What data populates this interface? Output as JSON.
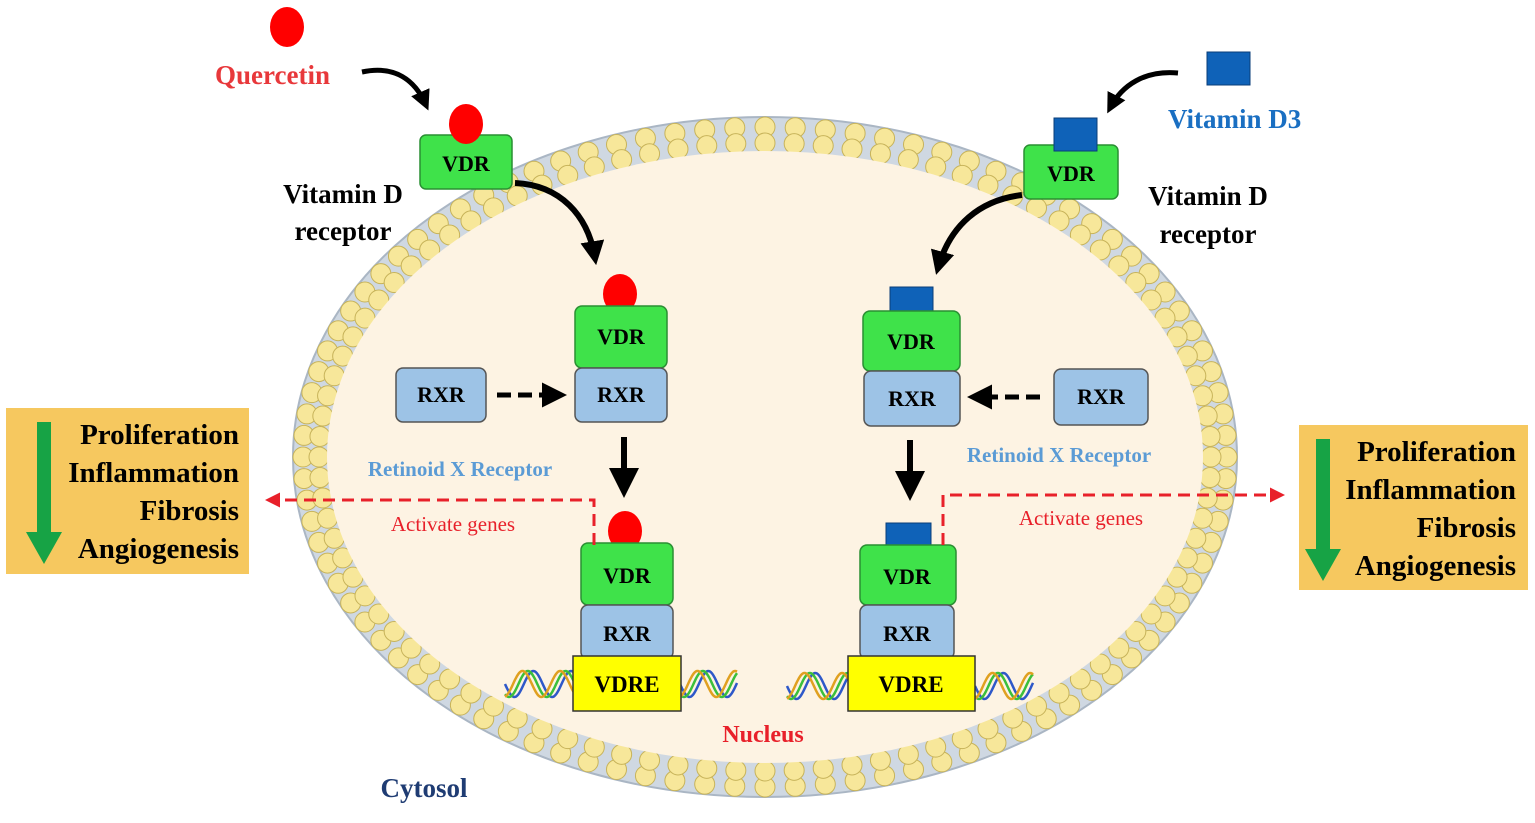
{
  "ligands": {
    "quercetin": {
      "label": "Quercetin",
      "color": "#e8383b",
      "shape": "red-oval"
    },
    "vitamin_d3": {
      "label": "Vitamin D3",
      "color": "#1a6fc2",
      "shape": "blue-square"
    }
  },
  "receptors": {
    "vdr_label": "VDR",
    "rxr_label": "RXR",
    "vdre_label": "VDRE",
    "vdr_name_left_line1": "Vitamin D",
    "vdr_name_left_line2": "receptor",
    "vdr_name_right_line1": "Vitamin D",
    "vdr_name_right_line2": "receptor",
    "rxr_name_left": "Retinoid X Receptor",
    "rxr_name_right": "Retinoid X Receptor"
  },
  "annotations": {
    "activate_genes_left": "Activate  genes",
    "activate_genes_right": "Activate  genes",
    "nucleus": "Nucleus",
    "cytosol": "Cytosol"
  },
  "effects_left": [
    "Proliferation",
    "Inflammation",
    "Fibrosis",
    "Angiogenesis"
  ],
  "effects_right": [
    "Proliferation",
    "Inflammation",
    "Fibrosis",
    "Angiogenesis"
  ],
  "colors": {
    "vdr_fill": "#3fe24a",
    "rxr_fill": "#9dc3e6",
    "vdre_fill": "#ffff00",
    "effect_box": "#f6c85f",
    "down_arrow": "#17a345",
    "nucleus_fill": "#fdf3e3",
    "lipid_head": "#f7e79a",
    "dashed_red": "#e8202a",
    "rxr_text": "#5b9bd5",
    "cytosol_text": "#1f3c73"
  }
}
